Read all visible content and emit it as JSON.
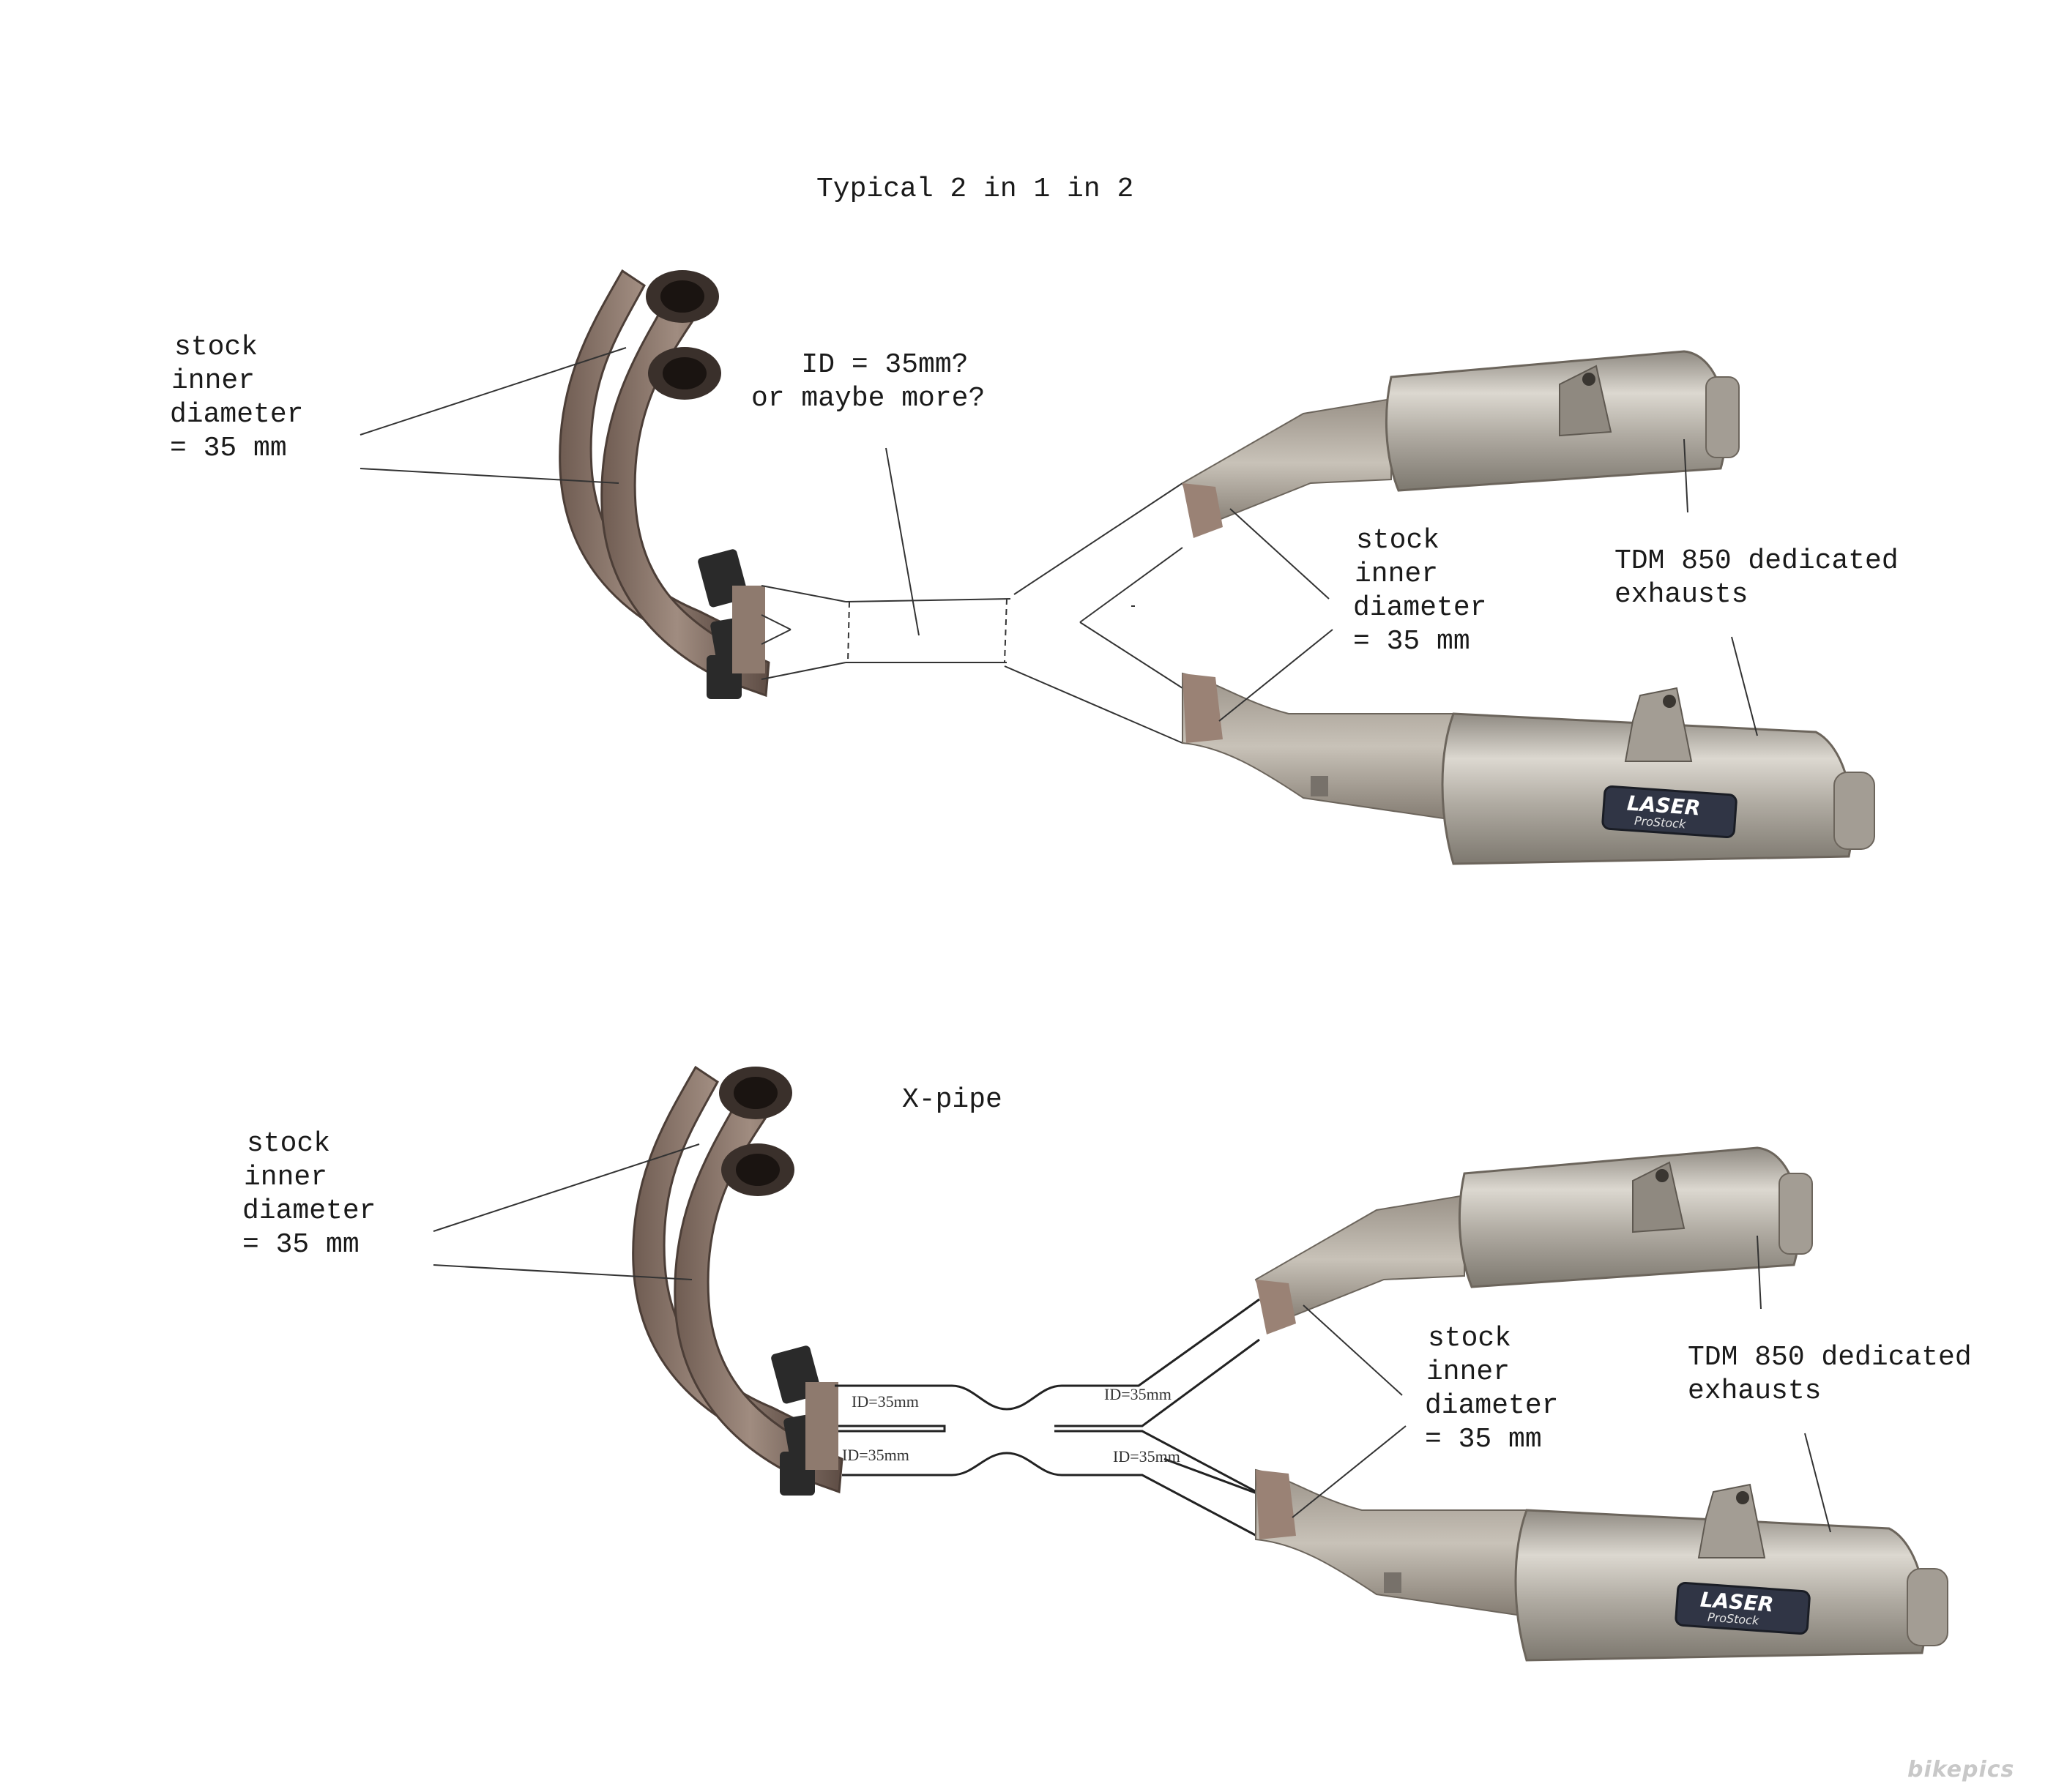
{
  "top": {
    "title": "Typical 2 in 1 in 2",
    "stock_label": [
      "stock",
      "inner",
      "diameter",
      "= 35 mm"
    ],
    "id_question": [
      "   ID = 35mm?",
      "or maybe more?"
    ],
    "stock_label_right": [
      "stock",
      "inner",
      "diameter",
      "= 35 mm"
    ],
    "exhausts_label": [
      "TDM 850 dedicated",
      "exhausts"
    ],
    "muffler_brand": "LASER",
    "muffler_model": "ProStock"
  },
  "bottom": {
    "title": "X-pipe",
    "stock_label": [
      "stock",
      "inner",
      "diameter",
      "= 35 mm"
    ],
    "pipe_labels": [
      "ID=35mm",
      "ID=35mm",
      "ID=35mm",
      "ID=35mm"
    ],
    "stock_label_right": [
      "stock",
      "inner",
      "diameter",
      "= 35 mm"
    ],
    "exhausts_label": [
      "TDM 850 dedicated",
      "exhausts"
    ],
    "muffler_brand": "LASER",
    "muffler_model": "ProStock"
  },
  "watermark": "bikepics",
  "colors": {
    "line": "#333333",
    "rust": "#8a7466",
    "steel": "#b9b4ab",
    "clamp": "#2a2a2a"
  }
}
